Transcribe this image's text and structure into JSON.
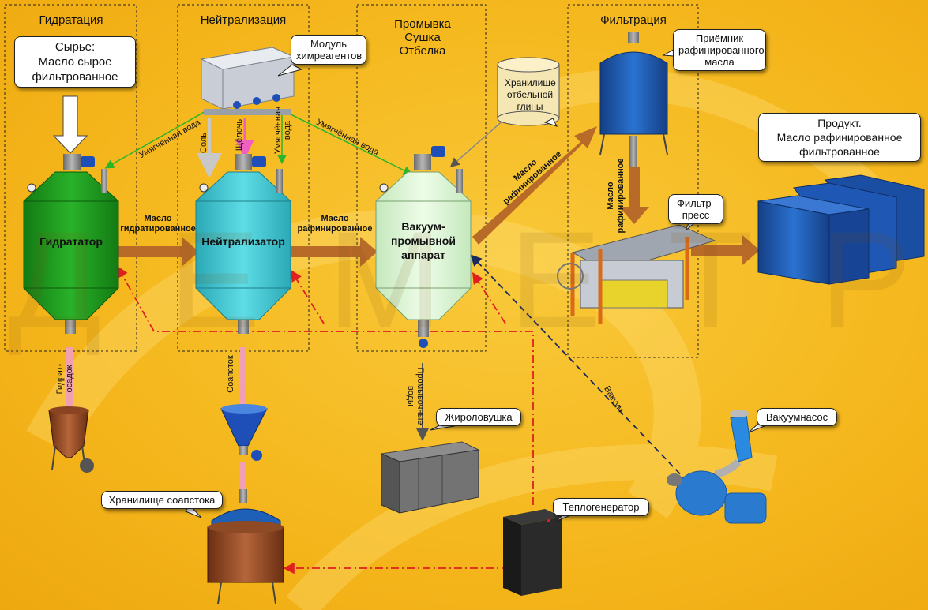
{
  "stages": {
    "hydration": "Гидратация",
    "neutralization": "Нейтрализация",
    "washing": "Промывка\nСушка\nОтбелка",
    "filtration": "Фильтрация"
  },
  "callouts": {
    "raw": "Сырье:\nМасло сырое\nфильтрованное",
    "chem_module": "Модуль\nхимреагентов",
    "clay_storage": "Хранилище\nотбельной\nглины",
    "receiver": "Приёмник\nрафинированного\nмасла",
    "product": "Продукт.\nМасло рафинированное\nфильтрованное",
    "filter_press": "Фильтр-\nпресс",
    "fat_trap": "Жироловушка",
    "vacuum_pump": "Вакуумнасос",
    "heat_gen": "Теплогенератор",
    "soapstock_storage": "Хранилище соапстока"
  },
  "tanks": {
    "hydrator": "Гидрататор",
    "neutralizer": "Нейтрализатор",
    "vacuum_washer": "Вакуум-\nпромывной\nаппарат"
  },
  "flows": {
    "hydrated_oil": "Масло\nгидратированное",
    "refined_oil_1": "Масло\nрафинированное",
    "refined_oil_up": "Масло\nрафинированное",
    "refined_oil_down": "Масло\nрафинированное",
    "soft_water_1": "Умягчённая вода",
    "soft_water_2": "Умягчённая вода",
    "salt": "Соль",
    "alkali": "Щёлочь",
    "soft_water_v": "Умягчённая\nвода",
    "hydrate_sediment": "Гидрат-\nосадок",
    "soapstock": "Соапсток",
    "wash_water": "Промывочные\nводы",
    "vacuum": "Вакуум"
  },
  "watermark": "Д Е М Е Т Р А",
  "colors": {
    "background": "#f5b81e",
    "hydrator": "#1f9a1f",
    "neutralizer": "#3cc6d2",
    "washer": "#d9f5d0",
    "blue_tank": "#1e5fb8",
    "brown_flow": "#b86a28",
    "green_line": "#2bb52b",
    "red_dash": "#e02020",
    "navy_dash": "#1a2a5a"
  }
}
